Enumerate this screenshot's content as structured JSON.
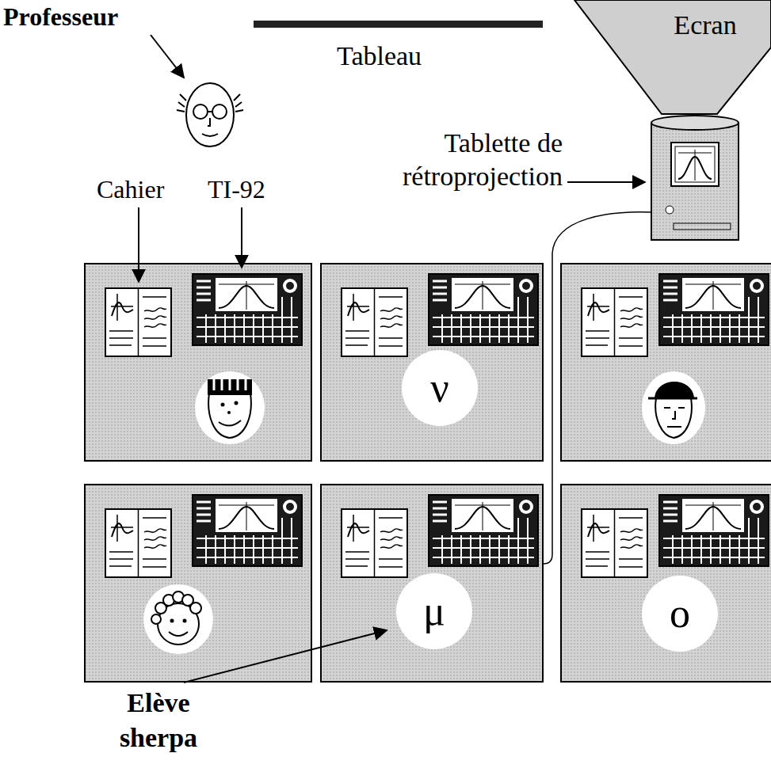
{
  "diagram": {
    "nodes": [
      {
        "text": [
          "Ecran"
        ]
      },
      {
        "text": [
          "ν"
        ]
      },
      {
        "text": [
          "μ"
        ]
      },
      {
        "text": [
          "o"
        ]
      }
    ],
    "labels": [
      "Professeur",
      "Tableau",
      "Tablette de rétroprojection",
      "Cahier",
      "TI-92",
      "Elève sherpa"
    ]
  }
}
